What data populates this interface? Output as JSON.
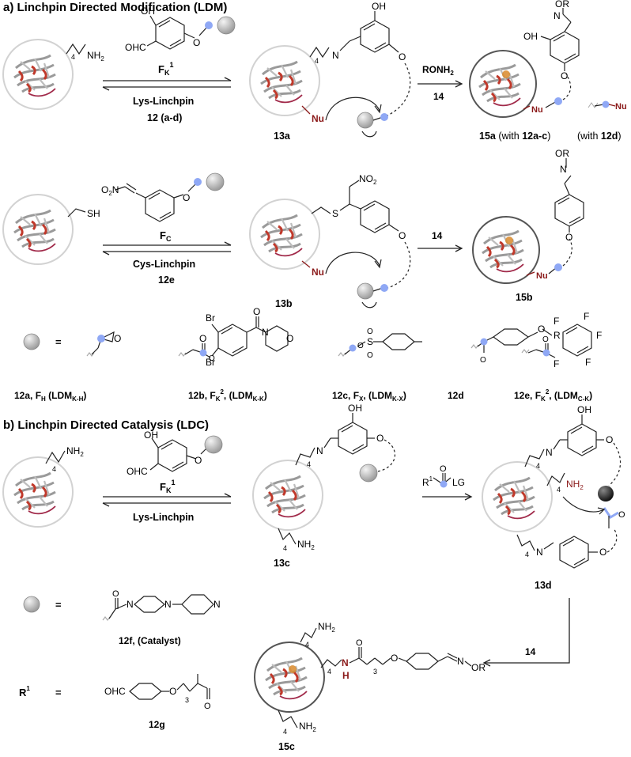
{
  "sections": {
    "a": "a) Linchpin Directed Modification (LDM)",
    "b": "b) Linchpin Directed Catalysis (LDC)"
  },
  "reagents": {
    "fk1": "F",
    "fk1_sub": "K",
    "fk1_sup": "1",
    "fc": "F",
    "fc_sub": "C",
    "lys_linchpin": "Lys-Linchpin",
    "cys_linchpin": "Cys-Linchpin",
    "l12ad": "12 (a-d)",
    "l12e": "12e",
    "ronh2": "RONH",
    "ronh2_sub": "2",
    "n14": "14",
    "r1lg_r": "R",
    "r1lg_sup": "1",
    "r1lg_lg": "LG"
  },
  "compounds": {
    "c13a": "13a",
    "c13b": "13b",
    "c13c": "13c",
    "c13d": "13d",
    "c15a": "15a",
    "c15a_tail1": " (with ",
    "c15a_ref": "12a-c",
    "c15a_tail2": ")",
    "c15a_d1": "(with ",
    "c15a_dref": "12d",
    "c15a_d2": ")",
    "c15b": "15b",
    "c15c": "15c",
    "c12f": "12f, (Catalyst)",
    "c12g": "12g"
  },
  "atoms": {
    "nh2": "NH",
    "two": "2",
    "four": "4",
    "three": "3",
    "oh": "OH",
    "ohc": "OHC",
    "o": "O",
    "n": "N",
    "h": "H",
    "nu": "Nu",
    "or": "OR",
    "sh": "SH",
    "s": "S",
    "no2": "NO",
    "o2n": "O",
    "o2n_n": "N",
    "br": "Br",
    "f": "F",
    "r": "R",
    "eq": "="
  },
  "legend": {
    "l12a_num": "12a",
    "l12a_f": ", F",
    "l12a_fsub": "H",
    "l12a_ldm": " (LDM",
    "l12a_ldmsub": "K-H",
    "close": ")",
    "l12b_num": "12b",
    "l12b_f": ", F",
    "l12b_fsub": "K",
    "l12b_fsup": "2",
    "l12b_ldm": ", (LDM",
    "l12b_ldmsub": "K-K",
    "l12c_num": "12c",
    "l12c_f": ", F",
    "l12c_fsub": "X",
    "l12c_ldm": ", (LDM",
    "l12c_ldmsub": "K-X",
    "l12d_num": "12d",
    "l12e_num": "12e",
    "l12e_f": ", F",
    "l12e_fsub": "K",
    "l12e_fsup": "2",
    "l12e_ldm": ", (LDM",
    "l12e_ldmsub": "C-K"
  },
  "colors": {
    "blue": "#8fa8f5",
    "red": "#8b1a1a",
    "gray_ring": "#cfcfcf",
    "dark_ring": "#555555",
    "ribbon_gray": "#9a9a9a",
    "ribbon_red": "#c0392b",
    "orange": "#d98a2b"
  }
}
